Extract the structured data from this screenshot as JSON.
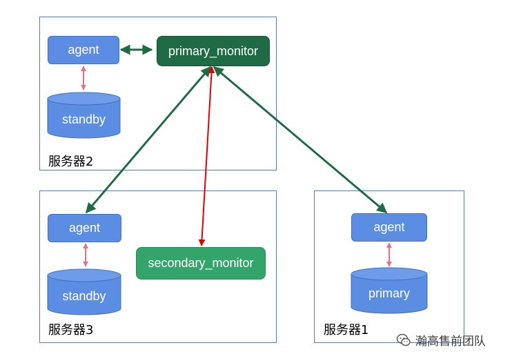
{
  "servers": {
    "server2": {
      "label": "服务器2"
    },
    "server3": {
      "label": "服务器3"
    },
    "server1": {
      "label": "服务器1"
    }
  },
  "nodes": {
    "agent2": "agent",
    "agent3": "agent",
    "agent1": "agent",
    "primary_monitor": "primary_monitor",
    "secondary_monitor": "secondary_monitor",
    "standby": "standby",
    "primary": "primary"
  },
  "watermark": {
    "text": "瀚高售前团队",
    "icon": "wechat-icon"
  },
  "colors": {
    "agent_fill": "#5b8ee2",
    "primary_monitor_fill": "#1f6b46",
    "secondary_monitor_fill": "#33a56b",
    "green_arrow": "#1f6b46",
    "red_arrow": "#e00000",
    "pink_arrow": "#e8707a",
    "box_border": "#5b7bb5"
  }
}
